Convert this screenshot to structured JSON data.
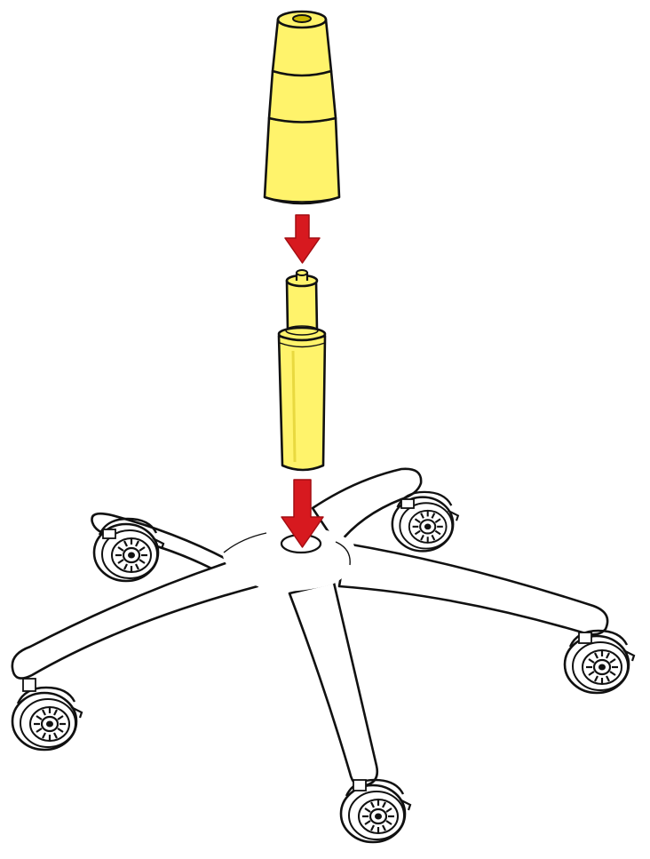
{
  "diagram": {
    "parts": [
      {
        "id": "gas-lift-cover",
        "icon": "telescoping-cover-icon"
      },
      {
        "id": "gas-lift-cylinder",
        "icon": "gas-cylinder-icon"
      },
      {
        "id": "star-base",
        "icon": "five-star-base-icon"
      },
      {
        "id": "caster-wheels",
        "icon": "caster-wheel-icon",
        "count": 5
      }
    ],
    "arrows": [
      {
        "id": "arrow-cover-onto-cylinder",
        "direction": "down"
      },
      {
        "id": "arrow-cylinder-into-base",
        "direction": "down"
      }
    ],
    "colors": {
      "part_highlight": "#fff36b",
      "arrow": "#d7191f",
      "outline": "#111111",
      "base_fill": "#ffffff"
    }
  }
}
